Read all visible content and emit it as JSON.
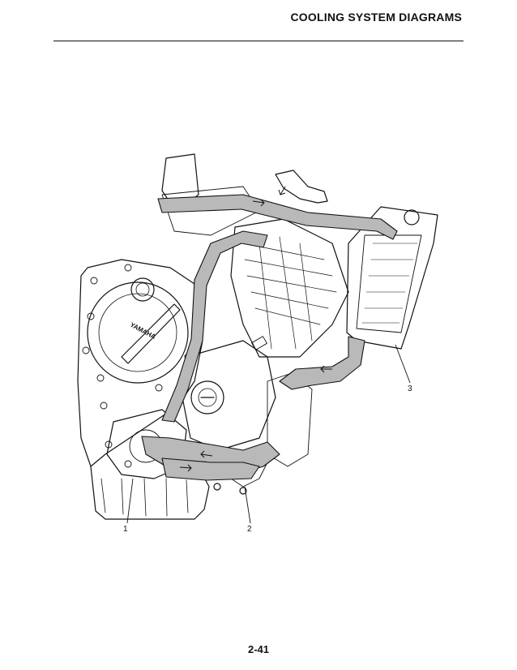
{
  "header": {
    "title": "COOLING SYSTEM DIAGRAMS"
  },
  "diagram": {
    "brand_mark": "YAMAHA",
    "callouts": [
      "1",
      "2",
      "3"
    ]
  },
  "footer": {
    "page_number": "2-41"
  },
  "colors": {
    "ink": "#111111",
    "hose_fill": "#b9b9b9",
    "paper": "#ffffff"
  }
}
